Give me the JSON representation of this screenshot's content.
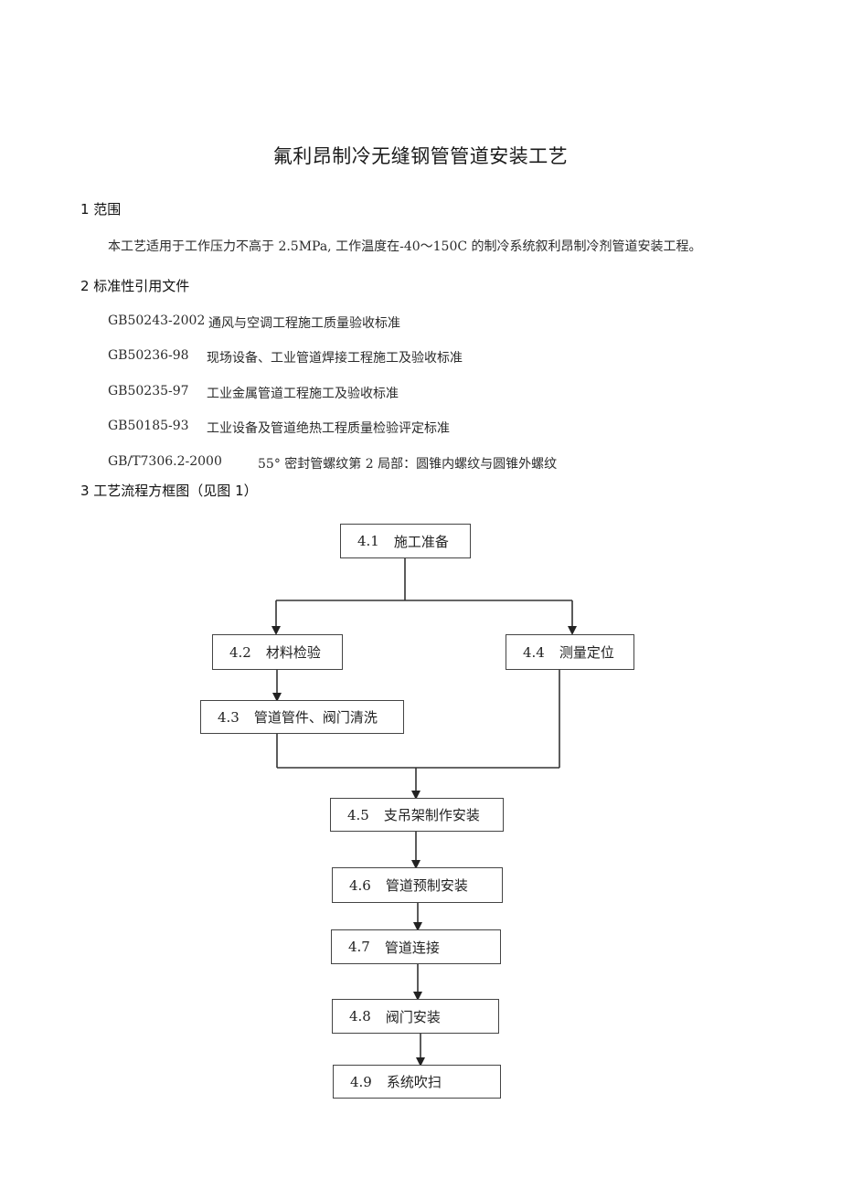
{
  "doc": {
    "title": "氟利昂制冷无缝钢管管道安装工艺",
    "sections": {
      "s1": {
        "heading": "1 范围",
        "text": "本工艺适用于工作压力不高于 2.5MPa, 工作温度在-40～150C 的制冷系统叙利昂制冷剂管道安装工程。"
      },
      "s2": {
        "heading": "2 标准性引用文件",
        "refs": [
          {
            "code": "GB50243-2002",
            "title": "通风与空调工程施工质量验收标准"
          },
          {
            "code": "GB50236-98",
            "title": "现场设备、工业管道焊接工程施工及验收标准"
          },
          {
            "code": "GB50235-97",
            "title": "工业金属管道工程施工及验收标准"
          },
          {
            "code": "GB50185-93",
            "title": "工业设备及管道绝热工程质量检验评定标准"
          },
          {
            "code": "GB/T7306.2-2000",
            "title": "55° 密封管螺纹第 2 局部：圆锥内螺纹与圆锥外螺纹"
          }
        ]
      },
      "s3": {
        "heading": "3 工艺流程方框图（见图 1）"
      }
    }
  },
  "flowchart": {
    "steps": [
      {
        "num": "4.1",
        "label": "施工准备"
      },
      {
        "num": "4.2",
        "label": "材料检验"
      },
      {
        "num": "4.4",
        "label": "测量定位"
      },
      {
        "num": "4.3",
        "label": "管道管件、阀门清洗"
      },
      {
        "num": "4.5",
        "label": "支吊架制作安装"
      },
      {
        "num": "4.6",
        "label": "管道预制安装"
      },
      {
        "num": "4.7",
        "label": "管道连接"
      },
      {
        "num": "4.8",
        "label": "阀门安装"
      },
      {
        "num": "4.9",
        "label": "系统吹扫"
      }
    ]
  }
}
